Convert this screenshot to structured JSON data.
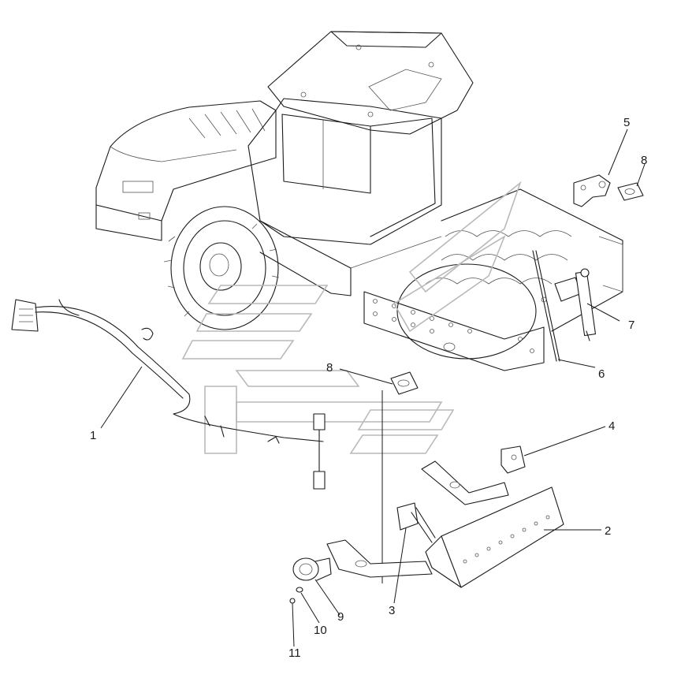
{
  "diagram": {
    "callouts": [
      {
        "id": "c1",
        "label": "1"
      },
      {
        "id": "c2",
        "label": "2"
      },
      {
        "id": "c3",
        "label": "3"
      },
      {
        "id": "c4",
        "label": "4"
      },
      {
        "id": "c5",
        "label": "5"
      },
      {
        "id": "c6",
        "label": "6"
      },
      {
        "id": "c7",
        "label": "7"
      },
      {
        "id": "c8a",
        "label": "8"
      },
      {
        "id": "c8b",
        "label": "8"
      },
      {
        "id": "c9",
        "label": "9"
      },
      {
        "id": "c10",
        "label": "10"
      },
      {
        "id": "c11",
        "label": "11"
      }
    ]
  },
  "colors": {
    "line": "#1a1a1a",
    "watermark": "#b9b9b9",
    "background": "#ffffff"
  }
}
